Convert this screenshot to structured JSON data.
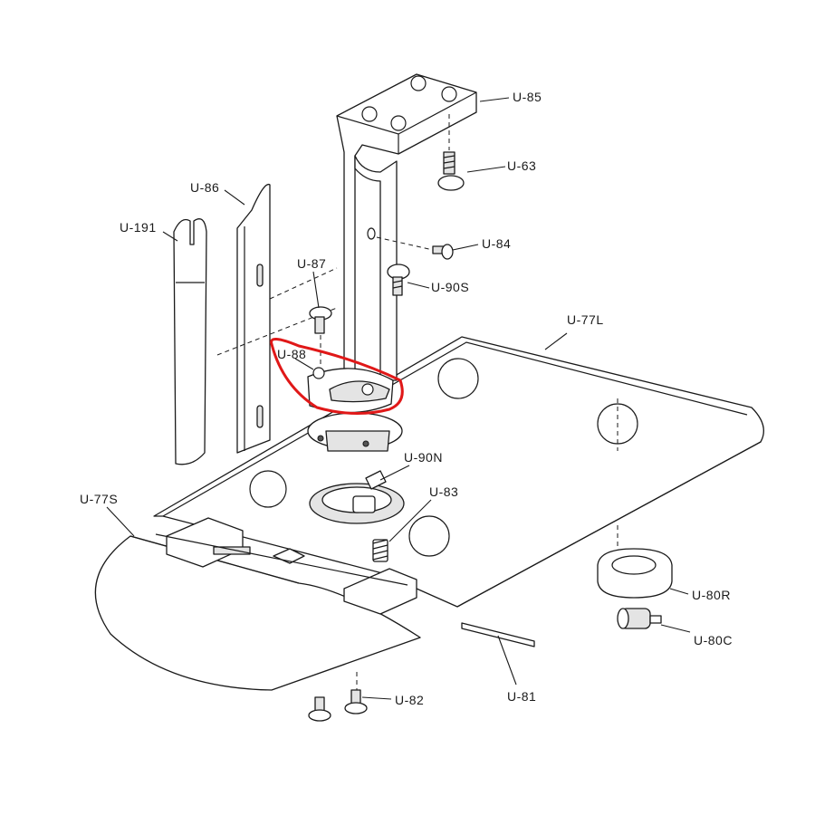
{
  "labels": {
    "u85": "U-85",
    "u63": "U-63",
    "u86": "U-86",
    "u191": "U-191",
    "u84": "U-84",
    "u87": "U-87",
    "u90s": "U-90S",
    "u77l": "U-77L",
    "u88": "U-88",
    "u90n": "U-90N",
    "u77s": "U-77S",
    "u83": "U-83",
    "u80r": "U-80R",
    "u80c": "U-80C",
    "u82": "U-82",
    "u81": "U-81"
  },
  "colors": {
    "ink": "#1a1a1a",
    "highlight": "#e01818",
    "background": "#ffffff"
  }
}
